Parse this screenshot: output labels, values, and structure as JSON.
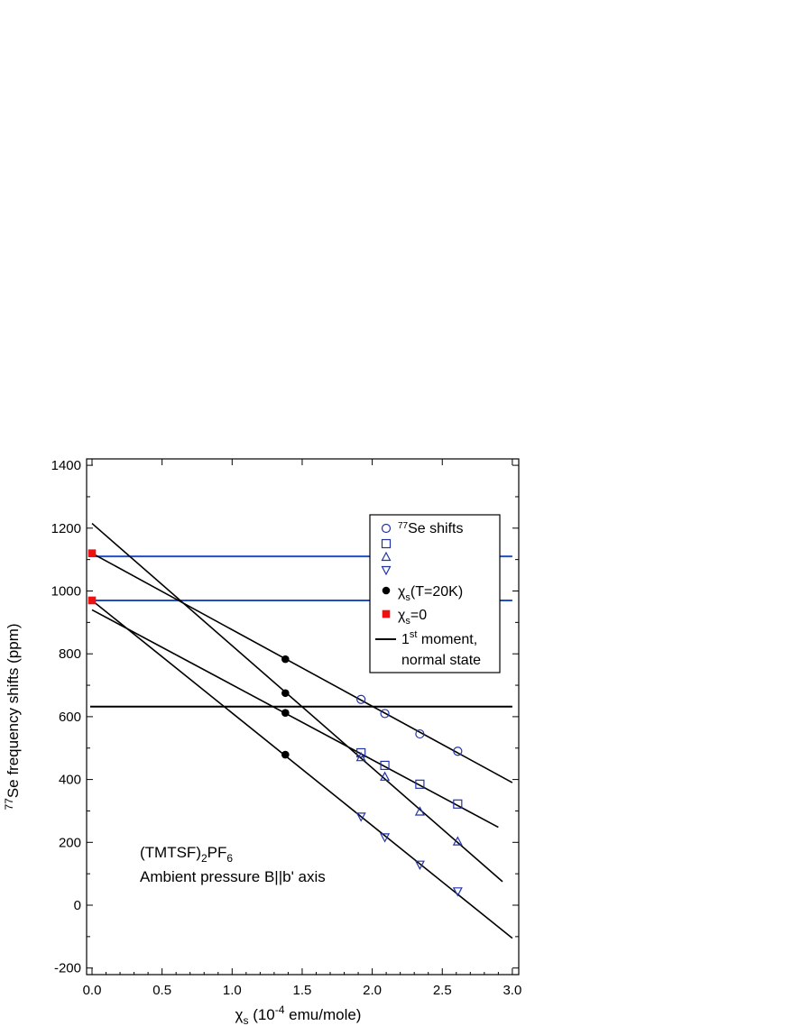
{
  "chart_data": {
    "type": "scatter",
    "xlabel": {
      "main": "χ",
      "sub": "s",
      "pre": " (10",
      "sup": "-4",
      "post": " emu/mole)"
    },
    "ylabel": {
      "sup": "77",
      "main": "Se frequency shifts (ppm)"
    },
    "xlim": [
      -0.03,
      3.03
    ],
    "ylim": [
      -215,
      1415
    ],
    "x_ticks": [
      "0.0",
      "0.5",
      "1.0",
      "1.5",
      "2.0",
      "2.5",
      "3.0"
    ],
    "y_ticks": [
      "-200",
      "0",
      "200",
      "400",
      "600",
      "800",
      "1000",
      "1200",
      "1400"
    ],
    "grid": false,
    "annotation": {
      "line1_a": "(TMTSF)",
      "line1_sub1": "2",
      "line1_b": "PF",
      "line1_sub2": "6",
      "line2": "Ambient pressure B||b' axis"
    },
    "legend": {
      "position": "top-right",
      "entries": [
        {
          "key": "circle",
          "label_sup": "77",
          "label": "Se shifts"
        },
        {
          "key": "square",
          "label": ""
        },
        {
          "key": "triangle-up",
          "label": ""
        },
        {
          "key": "triangle-down",
          "label": ""
        },
        {
          "key": "filled-circle",
          "label": "χ",
          "label_sub": "s",
          "label_post": "(T=20K)"
        },
        {
          "key": "filled-square",
          "label": "χ",
          "label_sub": "s",
          "label_post": "=0"
        },
        {
          "key": "line",
          "label": "1",
          "label_sup": "st",
          "label_post": " moment,",
          "label_line2": "normal state"
        }
      ]
    },
    "series": [
      {
        "marker": "circle",
        "x": [
          1.92,
          2.09,
          2.34,
          2.61
        ],
        "y": [
          655,
          610,
          545,
          490
        ]
      },
      {
        "marker": "square",
        "x": [
          1.92,
          2.09,
          2.34,
          2.61
        ],
        "y": [
          485,
          445,
          385,
          322
        ]
      },
      {
        "marker": "triangle-up",
        "x": [
          1.92,
          2.09,
          2.34,
          2.61
        ],
        "y": [
          470,
          408,
          297,
          202
        ]
      },
      {
        "marker": "triangle-down",
        "x": [
          1.92,
          2.09,
          2.34,
          2.61
        ],
        "y": [
          283,
          217,
          130,
          45
        ]
      },
      {
        "marker": "filled-circle",
        "x": [
          1.38,
          1.38,
          1.38,
          1.38
        ],
        "y": [
          783,
          675,
          612,
          479
        ]
      },
      {
        "marker": "filled-square",
        "x": [
          0.0,
          0.0
        ],
        "y": [
          1120,
          970
        ]
      }
    ],
    "fit_lines": [
      {
        "x": [
          0.0,
          3.0
        ],
        "y": [
          1120,
          390
        ]
      },
      {
        "x": [
          0.0,
          2.9
        ],
        "y": [
          940,
          248
        ]
      },
      {
        "x": [
          0.0,
          2.93
        ],
        "y": [
          1215,
          75
        ]
      },
      {
        "x": [
          0.0,
          3.0
        ],
        "y": [
          970,
          -105
        ]
      }
    ],
    "hlines": [
      {
        "y": 1110,
        "color": "#1f4fc8"
      },
      {
        "y": 970,
        "color": "#1f4fc8"
      },
      {
        "y": 632,
        "color": "#000000"
      }
    ],
    "colors": {
      "open_markers": "#2233aa",
      "filled_circle": "#000000",
      "filled_square": "#ee1111",
      "hline_blue": "#1f4fc8"
    }
  }
}
